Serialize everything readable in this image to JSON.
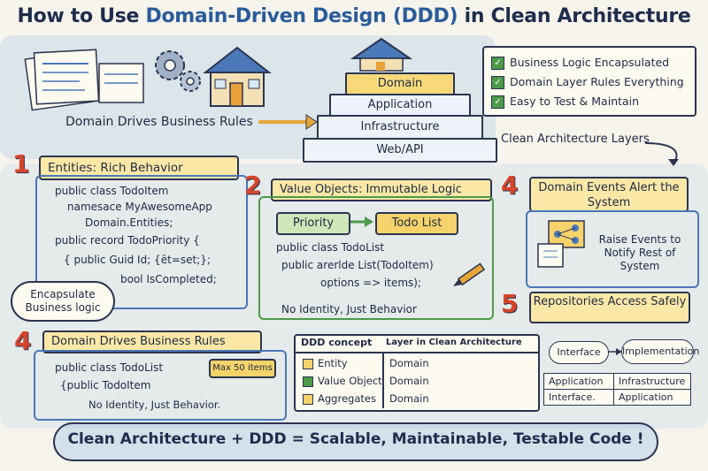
{
  "title": {
    "prefix": "How to Use ",
    "highlight": "Domain-Driven Design (DDD)",
    "mid": " in ",
    "suffix": "Clean Architecture"
  },
  "layers": {
    "tiers": [
      "Domain",
      "Application",
      "Infrastructure",
      "Web/API"
    ],
    "arrow_label": "Domain Drives Business Rules",
    "caption": "Clean Architecture Layers"
  },
  "benefits": [
    "Business Logic Encapsulated",
    "Domain Layer Rules Everything",
    "Easy to Test & Maintain"
  ],
  "section1": {
    "num": "1",
    "heading": "Entities: Rich Behavior",
    "code": [
      "public class TodoItem",
      "namesace MyAwesomeApp",
      "Domain.Entities;",
      "public record TodoPriority {",
      "{ public Guid Id; {ēt=set;};",
      "bool IsCompleted;"
    ],
    "bubble": "Encapsulate Business logic"
  },
  "section2": {
    "num": "2",
    "heading": "Value Objects: Immutable Logic",
    "priority": "Priority",
    "todolist": "Todo List",
    "code": [
      "public class TodoList",
      "public arerlde List(TodoItem)",
      "options => items);"
    ],
    "footer": "No Identity, Just Behavior"
  },
  "section4a": {
    "num": "4",
    "heading": "Domain Events Alert the System",
    "text": "Raise Events to Notify Rest of System"
  },
  "section5": {
    "num": "5",
    "heading": "Repositories Access Safely",
    "interface": "Interface",
    "implementation": "Implementation",
    "rows": [
      [
        "Application",
        "Infrastructure"
      ],
      [
        "Interface.",
        "Application"
      ]
    ]
  },
  "section4b": {
    "num": "4",
    "heading": "Domain Drives Business Rules",
    "code": [
      "public class TodoList",
      "{public TodoItem",
      "No Identity, Just Behavior."
    ],
    "note": "Max 50 items"
  },
  "concept_table": {
    "header": [
      "DDD concept",
      "Layer in Clean Architecture"
    ],
    "rows": [
      [
        "Entity",
        "Domain"
      ],
      [
        "Value Object",
        "Domain"
      ],
      [
        "Aggregates",
        "Domain"
      ]
    ]
  },
  "footer": "Clean Architecture + DDD = Scalable, Maintainable, Testable Code !",
  "colors": {
    "accent_red": "#d6452a",
    "yellow": "#f6d36a",
    "green": "#4c9a4a",
    "navy": "#1f2d4d"
  }
}
